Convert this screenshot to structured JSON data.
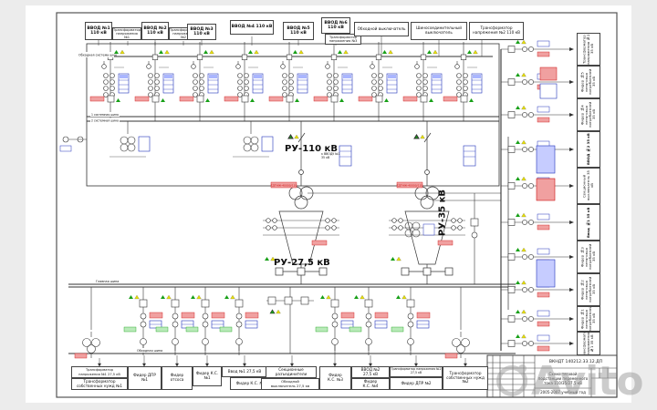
{
  "window": {
    "bg": "#ececec",
    "paper": "#ffffff"
  },
  "colors": {
    "line": "#333333",
    "red": "#cc1111",
    "blue": "#2233bb",
    "green": "#18a018",
    "yellow": "#e6de00"
  },
  "sections": {
    "ru110": "РУ-110 кВ",
    "ru275": "РУ-27,5 кВ",
    "ru35": "РУ-35 кВ"
  },
  "top_row": {
    "cells": [
      {
        "label": "ВВОД №1\n110 кВ"
      },
      {
        "label": "Трансформатор\nнапряжения №1"
      },
      {
        "label": "ВВОД №2\n110 кВ"
      },
      {
        "label": "Трансформатор\nнапряжения №2"
      },
      {
        "label": "ВВОД №3\n110 кВ"
      },
      {
        "label": "ВВОД №4  110 кВ"
      },
      {
        "label": "ВВОД №5\n110 кВ"
      },
      {
        "label": "ВВОД №6\n110 кВ"
      },
      {
        "label": "Трансформатор\nнапряжения №3"
      },
      {
        "label": "Обходной выключатель"
      },
      {
        "label": "Шиносоединительный\nвыключатель"
      },
      {
        "label": "Трансформатор\nнапряжения №2 110 кВ"
      }
    ]
  },
  "buses": {
    "bypass110": "Обходная система шин",
    "sys1": "1 системная шина",
    "sys2": "2 системная шина",
    "main275": "Главная шина",
    "bypass275": "Обходная шина"
  },
  "annotations": {
    "to_input35": "к ВВОДУ №1\n35 кВ",
    "trafo1_type": "ТДТНЖ-40000/110",
    "trafo2_type": "ТДТНЖ-40000/110"
  },
  "bottom_row": {
    "cells": [
      {
        "label": "Трансформатор\nнапряжения №1 27,5 кВ"
      },
      {
        "label": "Трансформатор\nсобственных нужд №1"
      },
      {
        "label": "Фидер ДПР\n№1"
      },
      {
        "label": "Фидер\nотсоса"
      },
      {
        "label": "Фидер К.С.\n№1"
      },
      {
        "label": "Ввод №1 27,5 кВ"
      },
      {
        "label": "Фидер К.С. №2"
      },
      {
        "label": "Секционные\nразъединители"
      },
      {
        "label": "Обходной\nвыключатель 27,5 кв"
      },
      {
        "label": "Фидер\nК.С. №3"
      },
      {
        "label": "ВВОД №2\n27,5 кВ"
      },
      {
        "label": "Фидер\nК.С. №4"
      },
      {
        "label": "Трансформатор напряжения №2  27,5 кВ"
      },
      {
        "label": "Фидер ДПР №2"
      },
      {
        "label": "Трансформатор\nсобственных нужд №2"
      }
    ]
  },
  "right_column": {
    "cells": [
      {
        "label": "Трансформатор напряжения №2 35 кВ"
      },
      {
        "label": "Фидер №5 нетяговых потребителей 35 кВ"
      },
      {
        "label": "Фидер №4 нетяговых потребителей 35 кВ"
      },
      {
        "label": "ВВОД №2 35 кВ"
      },
      {
        "label": "Секционный выключатель 35 кВ"
      },
      {
        "label": "Ввод №1 35 кВ"
      },
      {
        "label": "Фидер №3 нетяговых потребителей 35 кВ"
      },
      {
        "label": "Фидер №2 нетяговых потребителей 35 кВ"
      },
      {
        "label": "Фидер №1 нетяговых потребителей 35 кВ"
      },
      {
        "label": "Трансформатор напряжения №1 35 кВ"
      }
    ]
  },
  "title_block": {
    "doc_no": "ВКНДТ 140212.33.12.ДП",
    "title": "Схема тяговой\nподстанции переменного\nтока 110/35/27,5 кВ",
    "period": "2005-2007 учебный год"
  },
  "watermark": {
    "text": "Avito"
  }
}
